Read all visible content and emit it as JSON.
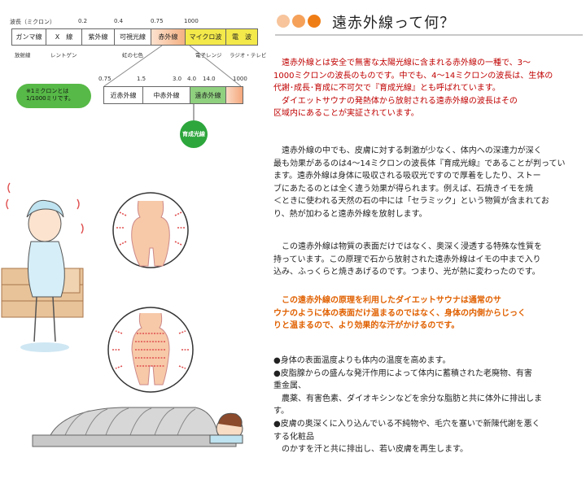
{
  "diagram": {
    "scale_prefix": "波長（ミクロン）",
    "scale_ticks": [
      "0.2",
      "0.4",
      "0.75",
      "1000"
    ],
    "bands": [
      "ガンマ線",
      "X　線",
      "紫外線",
      "可視光線",
      "赤外線",
      "マイクロ波",
      "電　波"
    ],
    "under_labels": [
      "放射線",
      "レントゲン",
      "虹の七色",
      "電子レンジ",
      "ラジオ・テレビ"
    ],
    "note_line1": "※1ミクロンとは",
    "note_line2": "1/1000ミリです。",
    "sub_ticks": [
      "0.75",
      "1.5",
      "3.0",
      "4.0",
      "14.0",
      "1000"
    ],
    "sub_bands": [
      "近赤外線",
      "中赤外線",
      "遠赤外線"
    ],
    "growth_light": "育成光線",
    "colors": {
      "microwave": "#f3e94a",
      "far_ir": "#8fd07f",
      "infrared_grad": "#f4b183",
      "growth_circle": "#2da63c",
      "note_bubble": "#57b947"
    }
  },
  "header": {
    "title": "遠赤外線って何？",
    "dot_colors": [
      "#f7c49b",
      "#f5a15a",
      "#ef7d16"
    ]
  },
  "paragraphs": {
    "p1": [
      "　遠赤外線とは安全で無害な太陽光線に含まれる赤外線の一種で、3～",
      "1000ミクロンの波長のものです。中でも、4～14ミクロンの波長は、生体の",
      "代謝･成長･育成に不可欠で『育成光線』とも呼ばれています。",
      "　ダイエットサウナの発熱体から放射される遠赤外線の波長はその",
      "区域内にあることが実証されています。"
    ],
    "p2": [
      "　遠赤外線の中でも、皮膚に対する刺激が少なく、体内への深達力が深く",
      "最も効果があるのは4～14ミクロンの波長体『育成光線』であることが判ってい",
      "ます。遠赤外線は身体に吸収される吸収光ですので厚着をしたり、ストー",
      "ブにあたるのとは全く違う効果が得られます。例えば、石焼きイモを焼",
      "＜ときに使われる天然の石の中には「セラミック」という物質が含まれてお",
      "り、熱が加わると遠赤外線を放射します。"
    ],
    "p3": [
      "　この遠赤外線は物質の表面だけではなく、奥深く浸透する特殊な性質を",
      "持っています。この原理で石から放射された遠赤外線はイモの中まで入り",
      "込み、ふっくらと焼きあげるのです。つまり、光が熱に変わったのです。"
    ],
    "p4": [
      "　この遠赤外線の原理を利用したダイエットサウナは通常のサ",
      "ウナのように体の表面だけ温まるのではなく、身体の内側からじっく",
      "りと温まるので、より効果的な汗がかけるのです。"
    ],
    "bullets": [
      "●身体の表面温度よりも体内の温度を高めます。",
      "●皮脂腺からの盛んな発汗作用によって体内に蓄積された老廃物、有害",
      "重金属、",
      "　農薬、有害色素、ダイオキシンなどを余分な脂肪と共に体外に排出しま",
      "す。",
      "●皮膚の奥深くに入り込んでいる不純物や、毛穴を塞いで新陳代謝を悪く",
      "する化粧品",
      "　のかすを汗と共に排出し、若い皮膚を再生します。"
    ]
  }
}
